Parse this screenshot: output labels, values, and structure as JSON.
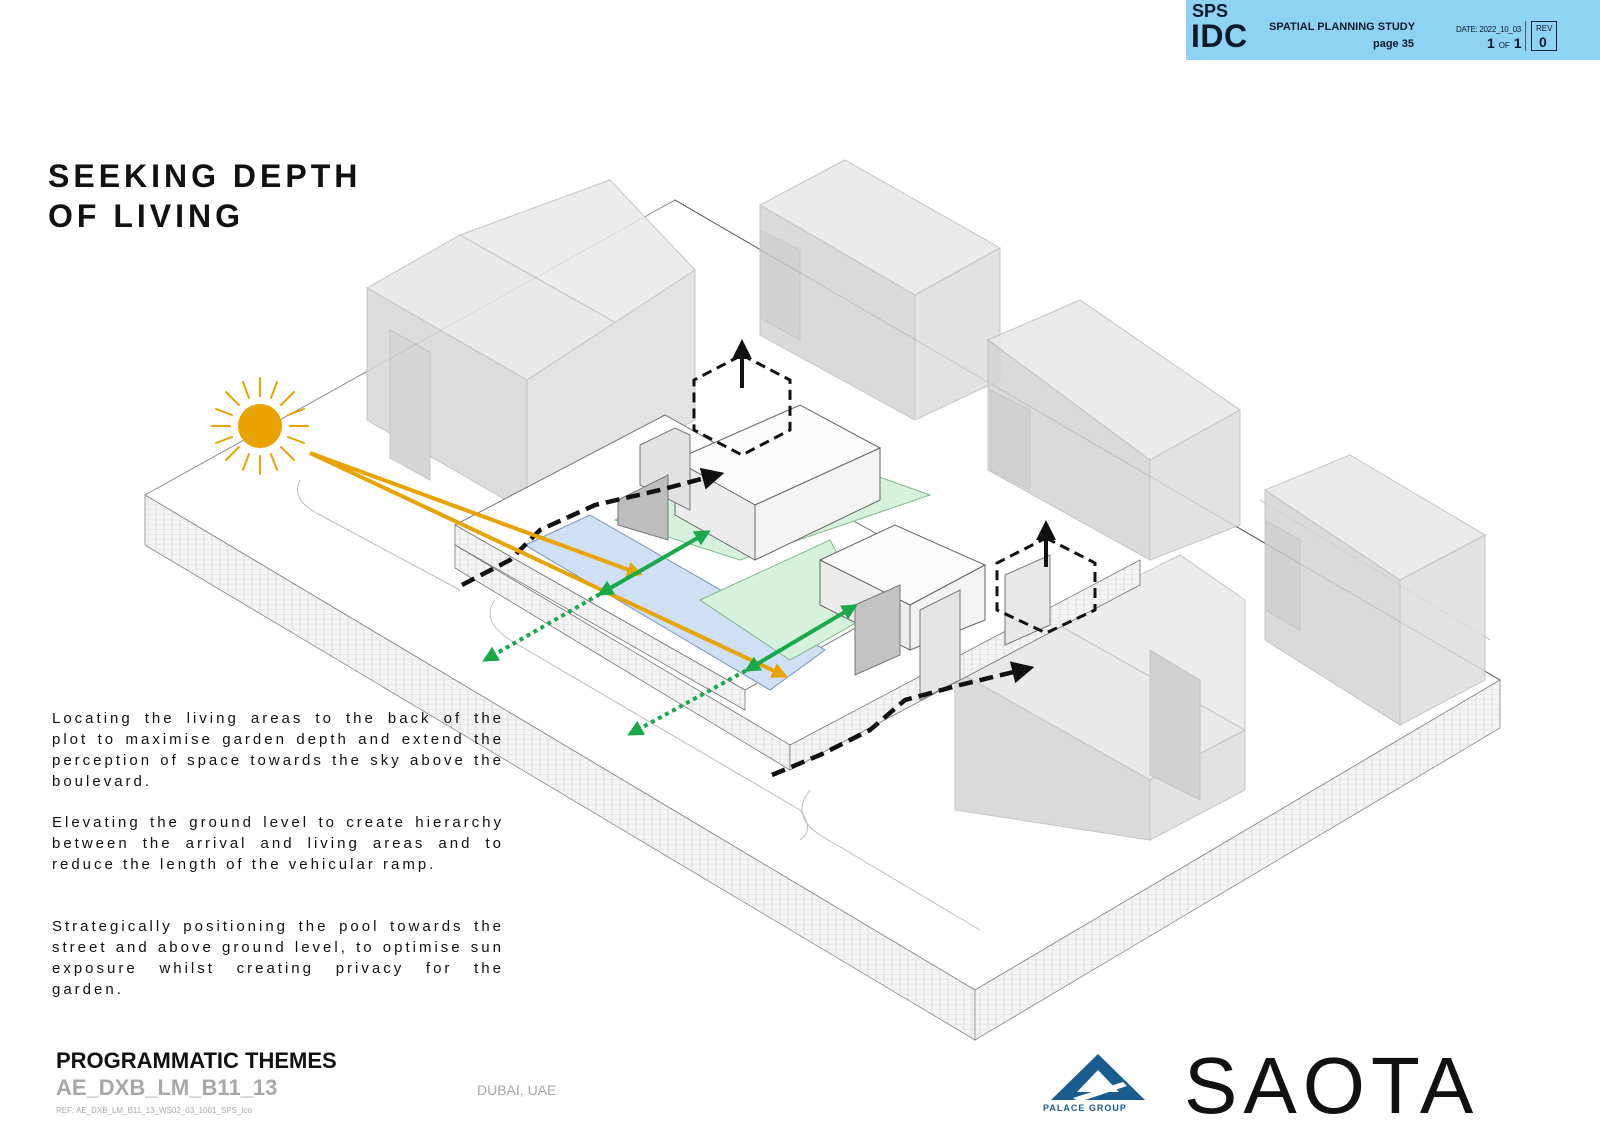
{
  "title_block": {
    "program": "SPS",
    "code": "IDC",
    "study": "SPATIAL PLANNING STUDY",
    "page": "page 35",
    "date": "DATE: 2022_10_03",
    "sheet_current": "1",
    "sheet_of": "OF",
    "sheet_total": "1",
    "rev_label": "REV",
    "rev_value": "0",
    "background_color": "#8fd3f4"
  },
  "heading": "SEEKING DEPTH\nOF LIVING",
  "descriptions": [
    "Locating the living areas to the back of the plot to maximise garden depth and extend the perception of space towards the sky above the boulevard.",
    "Elevating the ground level to create hierarchy between the arrival and living areas and to reduce the length of the vehicular ramp.",
    "Strategically positioning the pool towards the street and above ground level, to optimise sun exposure whilst creating privacy for the garden."
  ],
  "diagram": {
    "icons": [
      "sun-icon",
      "sky-view-hexagon-icon",
      "arrival-arrow-icon",
      "sun-ray-arrow-icon",
      "garden-connection-arrow-icon"
    ],
    "colors": {
      "sun": "#e8a300",
      "garden_green": "#19a84a",
      "garden_fill": "#d6f2dc",
      "pool_fill": "#cfe0f5",
      "context_buildings": "#d9d9d9",
      "arrows_dark": "#111111"
    }
  },
  "footer": {
    "theme": "PROGRAMMATIC THEMES",
    "project_code": "AE_DXB_LM_B11_13",
    "ref": "REF: AE_DXB_LM_B11_13_WS02_03_1001_SPS_Ico",
    "location": "DUBAI, UAE"
  },
  "logos": {
    "palace_group_text": "PALACE GROUP",
    "saota_text": "SAOTA",
    "palace_color": "#1b5c8e"
  }
}
